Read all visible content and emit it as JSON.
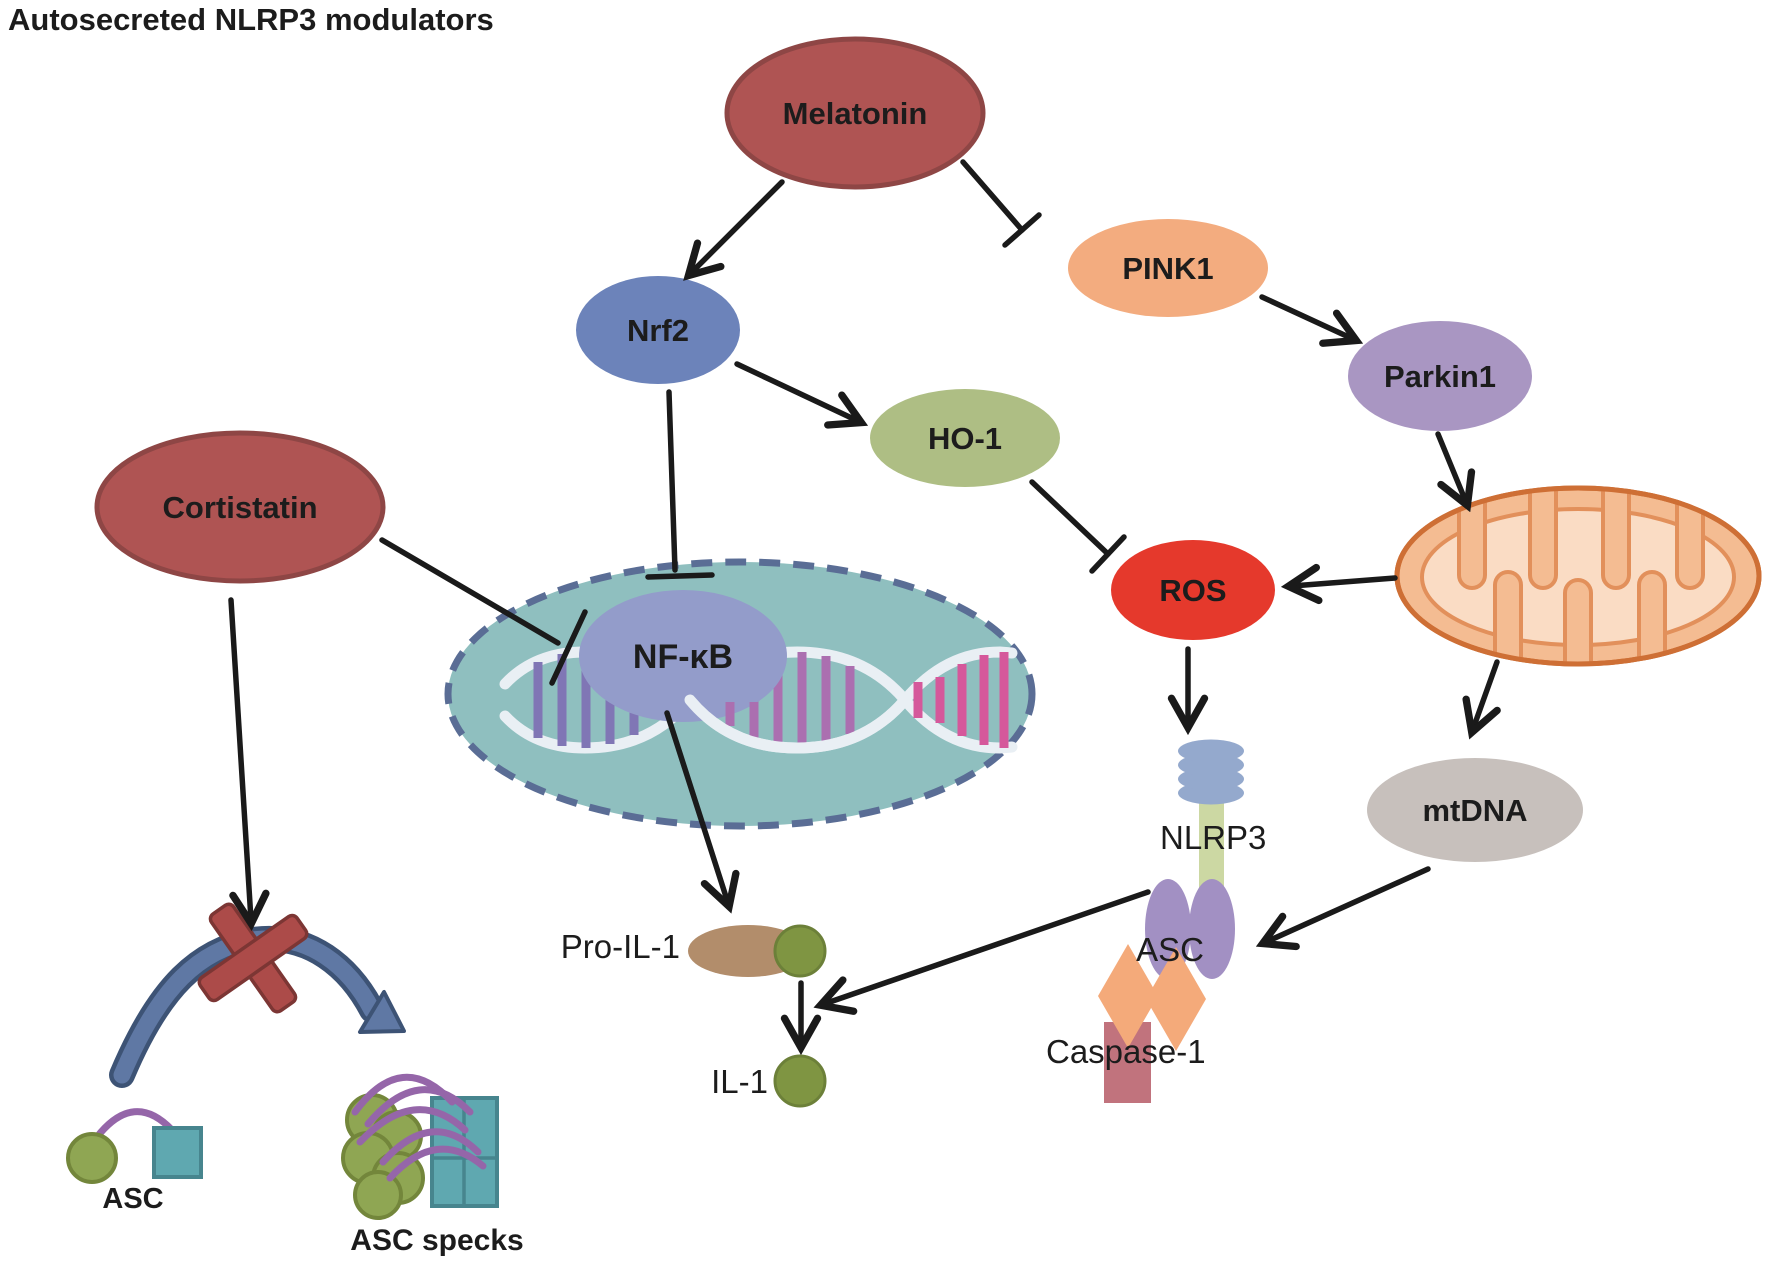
{
  "title": "Autosecreted NLRP3 modulators",
  "nodes": {
    "melatonin": {
      "label": "Melatonin",
      "fill": "#AF5453"
    },
    "cortistatin": {
      "label": "Cortistatin",
      "fill": "#AF5453"
    },
    "pink1": {
      "label": "PINK1",
      "fill": "#F3AC7F"
    },
    "parkin1": {
      "label": "Parkin1",
      "fill": "#A996C2"
    },
    "nrf2": {
      "label": "Nrf2",
      "fill": "#6C83BA"
    },
    "ho1": {
      "label": "HO-1",
      "fill": "#AEBE84"
    },
    "ros": {
      "label": "ROS",
      "fill": "#E5392C"
    },
    "nfkb": {
      "label": "NF-κB",
      "fill": "#939CCA"
    },
    "mtdna": {
      "label": "mtDNA",
      "fill": "#C7C0BC"
    }
  },
  "labels": {
    "nlrp3": "NLRP3",
    "asc_complex": "ASC",
    "caspase1": "Caspase-1",
    "pro_il1": "Pro-IL-1",
    "il1": "IL-1",
    "asc_monomer": "ASC",
    "asc_specks": "ASC specks"
  },
  "colors": {
    "node_border_red": "#8E4645",
    "nucleus_fill": "#8FBFBF",
    "nucleus_border": "#5A6D95",
    "mito_fill": "#F4BC92",
    "mito_border": "#CE6F35",
    "mito_matrix": "#FADCC4",
    "mito_cristae": "#E2905B",
    "nlrp3_lrr": "#94A9CD",
    "nlrp3_rod": "#CCD8A3",
    "asc_oval": "#A290C3",
    "caspase_diamond": "#F4AA7A",
    "caspase_body": "#C1737D",
    "pro_il1_capsule": "#B28D6B",
    "il1_green": "#7F9542",
    "speck_green": "#8FA653",
    "speck_teal": "#5FA8B0",
    "pyd_arc_purple": "#9566A9",
    "block_x_red": "#AC4B49",
    "curved_arrow_blue": "#5F78A4",
    "dna_rung_purple": "#8076B5",
    "dna_rung_mauve": "#AB6FB0",
    "dna_rung_pink": "#D5589B",
    "arrow_black": "#1a1a1a"
  }
}
